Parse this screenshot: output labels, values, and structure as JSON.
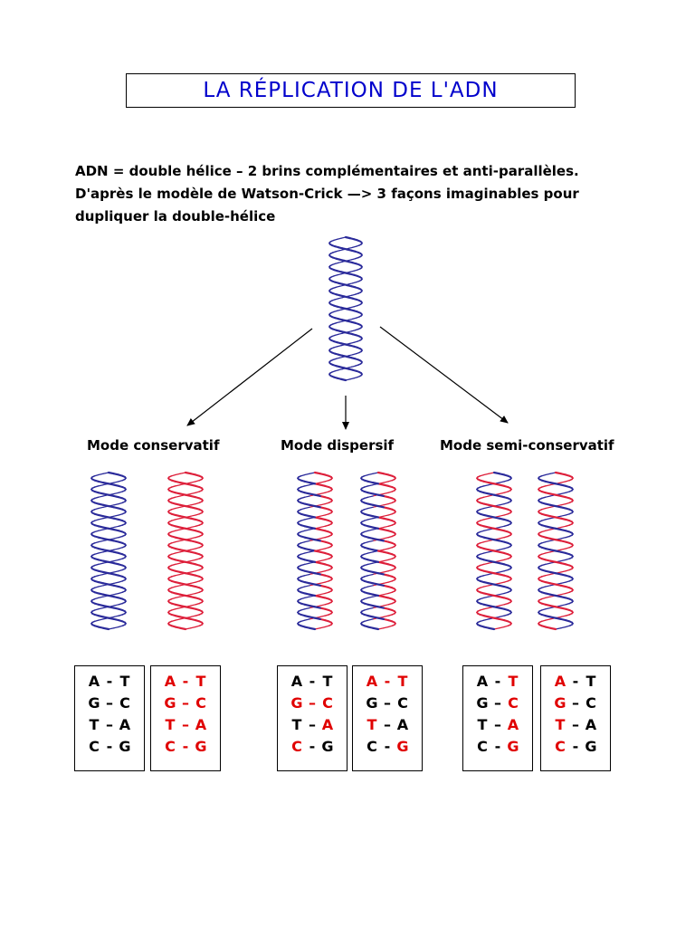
{
  "title": "LA RÉPLICATION DE L'ADN",
  "intro": {
    "line1": "ADN = double hélice – 2 brins complémentaires et anti-parallèles.",
    "line2": "D'après le modèle de Watson-Crick —> 3 façons imaginables pour",
    "line3": "dupliquer la double-hélice"
  },
  "colors": {
    "old_strand": "#2a2a9a",
    "new_strand": "#dd1f3a",
    "title": "#0000cc",
    "new_base": "#e00000",
    "old_base": "#000000"
  },
  "modes": [
    {
      "label": "Mode conservatif",
      "helices": [
        {
          "pattern": "blue-blue"
        },
        {
          "pattern": "red-red"
        }
      ],
      "boxes": [
        {
          "rows": [
            [
              {
                "t": "A",
                "c": "old"
              },
              {
                "t": "-",
                "c": "old"
              },
              {
                "t": "T",
                "c": "old"
              }
            ],
            [
              {
                "t": "G",
                "c": "old"
              },
              {
                "t": "–",
                "c": "old"
              },
              {
                "t": "C",
                "c": "old"
              }
            ],
            [
              {
                "t": "T",
                "c": "old"
              },
              {
                "t": "–",
                "c": "old"
              },
              {
                "t": "A",
                "c": "old"
              }
            ],
            [
              {
                "t": "C",
                "c": "old"
              },
              {
                "t": "-",
                "c": "old"
              },
              {
                "t": "G",
                "c": "old"
              }
            ]
          ]
        },
        {
          "rows": [
            [
              {
                "t": "A",
                "c": "new"
              },
              {
                "t": "-",
                "c": "new"
              },
              {
                "t": "T",
                "c": "new"
              }
            ],
            [
              {
                "t": "G",
                "c": "new"
              },
              {
                "t": "–",
                "c": "new"
              },
              {
                "t": "C",
                "c": "new"
              }
            ],
            [
              {
                "t": "T",
                "c": "new"
              },
              {
                "t": "–",
                "c": "new"
              },
              {
                "t": "A",
                "c": "new"
              }
            ],
            [
              {
                "t": "C",
                "c": "new"
              },
              {
                "t": "-",
                "c": "new"
              },
              {
                "t": "G",
                "c": "new"
              }
            ]
          ]
        }
      ]
    },
    {
      "label": "Mode dispersif",
      "helices": [
        {
          "pattern": "mixed"
        },
        {
          "pattern": "mixed"
        }
      ],
      "boxes": [
        {
          "rows": [
            [
              {
                "t": "A",
                "c": "old"
              },
              {
                "t": "-",
                "c": "old"
              },
              {
                "t": "T",
                "c": "old"
              }
            ],
            [
              {
                "t": "G",
                "c": "new"
              },
              {
                "t": "–",
                "c": "new"
              },
              {
                "t": "C",
                "c": "new"
              }
            ],
            [
              {
                "t": "T",
                "c": "old"
              },
              {
                "t": "–",
                "c": "old"
              },
              {
                "t": "A",
                "c": "new"
              }
            ],
            [
              {
                "t": "C",
                "c": "new"
              },
              {
                "t": "-",
                "c": "old"
              },
              {
                "t": "G",
                "c": "old"
              }
            ]
          ]
        },
        {
          "rows": [
            [
              {
                "t": "A",
                "c": "new"
              },
              {
                "t": "-",
                "c": "new"
              },
              {
                "t": "T",
                "c": "new"
              }
            ],
            [
              {
                "t": "G",
                "c": "old"
              },
              {
                "t": "–",
                "c": "old"
              },
              {
                "t": "C",
                "c": "old"
              }
            ],
            [
              {
                "t": "T",
                "c": "new"
              },
              {
                "t": "–",
                "c": "old"
              },
              {
                "t": "A",
                "c": "old"
              }
            ],
            [
              {
                "t": "C",
                "c": "old"
              },
              {
                "t": "-",
                "c": "old"
              },
              {
                "t": "G",
                "c": "new"
              }
            ]
          ]
        }
      ]
    },
    {
      "label": "Mode semi-conservatif",
      "helices": [
        {
          "pattern": "blue-red"
        },
        {
          "pattern": "red-blue"
        }
      ],
      "boxes": [
        {
          "rows": [
            [
              {
                "t": "A",
                "c": "old"
              },
              {
                "t": "-",
                "c": "old"
              },
              {
                "t": "T",
                "c": "new"
              }
            ],
            [
              {
                "t": "G",
                "c": "old"
              },
              {
                "t": "–",
                "c": "old"
              },
              {
                "t": "C",
                "c": "new"
              }
            ],
            [
              {
                "t": "T",
                "c": "old"
              },
              {
                "t": "–",
                "c": "old"
              },
              {
                "t": "A",
                "c": "new"
              }
            ],
            [
              {
                "t": "C",
                "c": "old"
              },
              {
                "t": "-",
                "c": "old"
              },
              {
                "t": "G",
                "c": "new"
              }
            ]
          ]
        },
        {
          "rows": [
            [
              {
                "t": "A",
                "c": "new"
              },
              {
                "t": "-",
                "c": "old"
              },
              {
                "t": "T",
                "c": "old"
              }
            ],
            [
              {
                "t": "G",
                "c": "new"
              },
              {
                "t": "–",
                "c": "old"
              },
              {
                "t": "C",
                "c": "old"
              }
            ],
            [
              {
                "t": "T",
                "c": "new"
              },
              {
                "t": "–",
                "c": "old"
              },
              {
                "t": "A",
                "c": "old"
              }
            ],
            [
              {
                "t": "C",
                "c": "new"
              },
              {
                "t": "-",
                "c": "old"
              },
              {
                "t": "G",
                "c": "old"
              }
            ]
          ]
        }
      ]
    }
  ]
}
